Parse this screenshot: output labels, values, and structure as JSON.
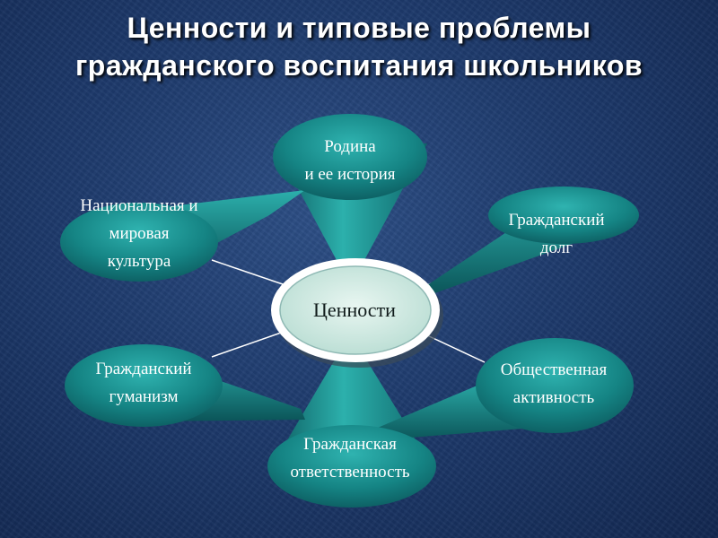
{
  "title": {
    "line1": "Ценности и типовые проблемы",
    "line2": "гражданского воспитания школьников"
  },
  "center": {
    "label": "Ценности"
  },
  "nodes": {
    "homeland": {
      "line1": "Родина",
      "line2": "и ее история"
    },
    "culture": {
      "line1": "Национальная и",
      "line2": "мировая",
      "line3": "культура"
    },
    "duty": {
      "line1": "Гражданский",
      "line2": "долг"
    },
    "humanism": {
      "line1": "Гражданский",
      "line2": "гуманизм"
    },
    "activity": {
      "line1": "Общественная",
      "line2": "активность"
    },
    "responsibility": {
      "line1": "Гражданская",
      "line2": "ответственность"
    }
  },
  "colors": {
    "background": "#1e3a6c",
    "node_fill": "#147a7a",
    "node_highlight": "#2fb3b0",
    "center_fill": "#cfeae2",
    "center_border": "#ffffff",
    "title_text": "#ffffff"
  }
}
